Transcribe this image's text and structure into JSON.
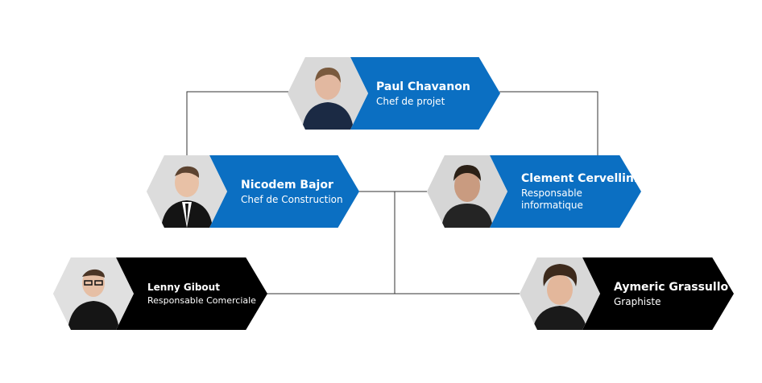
{
  "colors": {
    "primary": "#0b6fc2",
    "secondary": "#000000",
    "connector": "#333333"
  },
  "members": {
    "paul": {
      "name": "Paul Chavanon",
      "role": "Chef de projet"
    },
    "nicodem": {
      "name": "Nicodem Bajor",
      "role": "Chef de Construction"
    },
    "clement": {
      "name": "Clement Cervellini",
      "role": "Responsable informatique"
    },
    "lenny": {
      "name": "Lenny Gibout",
      "role": "Responsable Comerciale"
    },
    "aymeric": {
      "name": "Aymeric Grassullo",
      "role": "Graphiste"
    }
  }
}
